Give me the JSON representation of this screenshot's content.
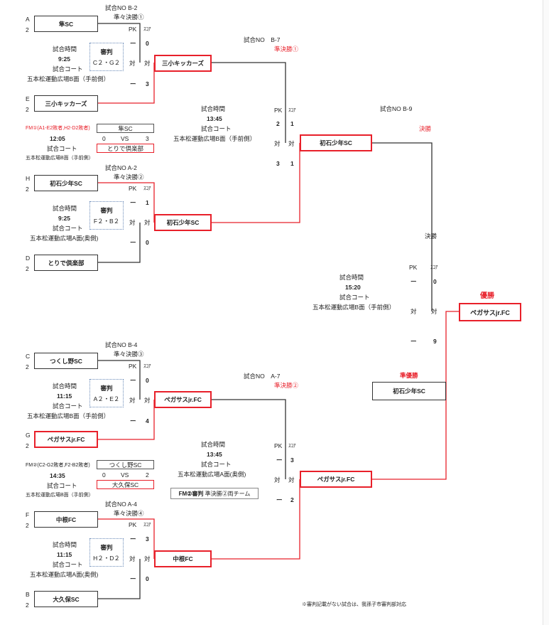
{
  "labels": {
    "pk": "PK",
    "score": "ｽｺｱ",
    "dash": "ー",
    "vs_mark": "対",
    "match_time": "試合時間",
    "match_court": "試合コート",
    "referee": "審判",
    "vs": "VS"
  },
  "qf": [
    {
      "no": "試合NO B-2",
      "round": "準々決勝①",
      "top": {
        "seed": "A",
        "seed_n": "2",
        "team": "隼SC"
      },
      "bottom": {
        "seed": "E",
        "seed_n": "2",
        "team": "三小キッカーズ"
      },
      "time": "9:25",
      "court": "五本松運動広場B面（手前側）",
      "ref": "C２・G２",
      "pk_top": "ー",
      "pk_bottom": "ー",
      "score_top": "0",
      "score_bottom": "3",
      "winner": "三小キッカーズ"
    },
    {
      "no": "試合NO A-2",
      "round": "準々決勝②",
      "top": {
        "seed": "H",
        "seed_n": "2",
        "team": "初石少年SC"
      },
      "bottom": {
        "seed": "D",
        "seed_n": "2",
        "team": "とりで倶楽部"
      },
      "time": "9:25",
      "court": "五本松運動広場A面(奥側)",
      "ref": "F２・B２",
      "pk_top": "ー",
      "pk_bottom": "ー",
      "score_top": "1",
      "score_bottom": "0",
      "winner": "初石少年SC"
    },
    {
      "no": "試合NO B-4",
      "round": "準々決勝③",
      "top": {
        "seed": "C",
        "seed_n": "2",
        "team": "つくし野SC"
      },
      "bottom": {
        "seed": "G",
        "seed_n": "2",
        "team": "ペガサスjr.FC"
      },
      "time": "11:15",
      "court": "五本松運動広場B面（手前側）",
      "ref": "A２・E２",
      "pk_top": "ー",
      "pk_bottom": "ー",
      "score_top": "0",
      "score_bottom": "4",
      "winner": "ペガサスjr.FC"
    },
    {
      "no": "試合NO A-4",
      "round": "準々決勝④",
      "top": {
        "seed": "F",
        "seed_n": "2",
        "team": "中根FC"
      },
      "bottom": {
        "seed": "B",
        "seed_n": "2",
        "team": "大久保SC"
      },
      "time": "11:15",
      "court": "五本松運動広場A面(奥側)",
      "ref": "H２・D２",
      "pk_top": "ー",
      "pk_bottom": "ー",
      "score_top": "3",
      "score_bottom": "0",
      "winner": "中根FC"
    }
  ],
  "friendly": [
    {
      "title": "FM①(A1-E2敗者,H2-D2敗者)",
      "time": "12:05",
      "court_label": "試合コート",
      "court": "五本松運動広場B面（手前側）",
      "team_a": "隼SC",
      "team_b": "とりで倶楽部",
      "score_a": "0",
      "score_b": "3"
    },
    {
      "title": "FM②(C2-G2敗者,F2-B2敗者)",
      "time": "14:35",
      "court_label": "試合コート",
      "court": "五本松運動広場B面（手前側）",
      "team_a": "つくし野SC",
      "team_b": "大久保SC",
      "score_a": "0",
      "score_b": "2"
    }
  ],
  "sf": [
    {
      "no": "試合NO　B-7",
      "round": "準決勝①",
      "time": "13:45",
      "court": "五本松運動広場B面（手前側）",
      "pk_top": "2",
      "pk_bottom": "3",
      "score_top": "1",
      "score_bottom": "1",
      "winner": "初石少年SC"
    },
    {
      "no": "試合NO　A-7",
      "round": "準決勝②",
      "time": "13:45",
      "court": "五本松運動広場A面(奥側)",
      "pk_top": "ー",
      "pk_bottom": "ー",
      "score_top": "3",
      "score_bottom": "2",
      "winner": "ペガサスjr.FC",
      "ref_note_bold": "FM②審判",
      "ref_note": "準決勝②両チーム"
    }
  ],
  "final": {
    "no": "試合NO B-9",
    "round": "決勝",
    "label": "決勝",
    "time": "15:20",
    "court": "五本松運動広場B面（手前側）",
    "pk_top": "ー",
    "pk_bottom": "ー",
    "score_top": "0",
    "score_bottom": "9",
    "champion_label": "優勝",
    "champion": "ペガサスjr.FC",
    "runnerup_label": "準優勝",
    "runnerup": "初石少年SC"
  },
  "footnote": "※審判記載がない試合は、我孫子市審判部対応",
  "colors": {
    "winner": "#e8202a",
    "line": "#333333"
  }
}
